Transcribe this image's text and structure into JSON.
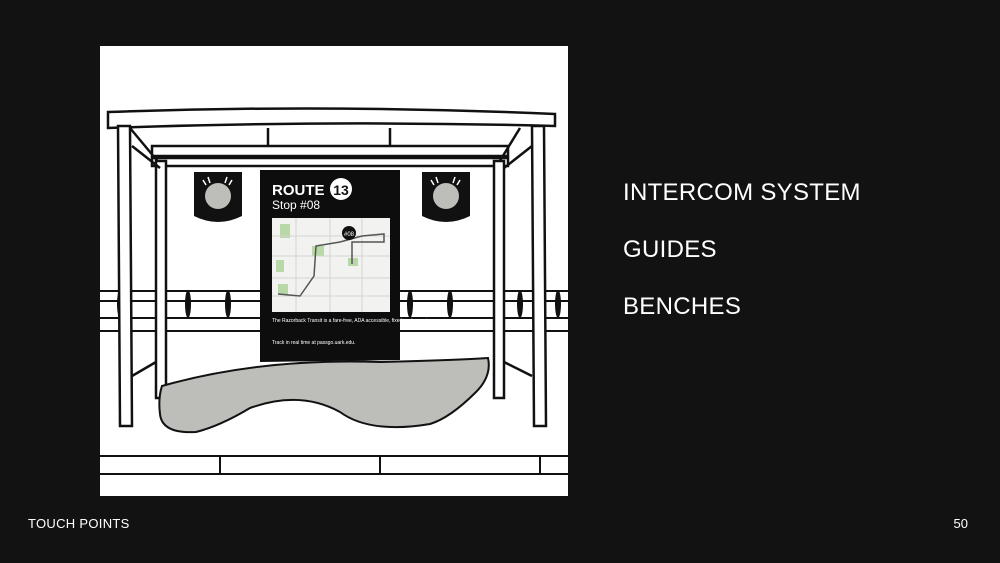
{
  "slide": {
    "section_label": "TOUCH POINTS",
    "page_number": "50"
  },
  "touch_points": [
    {
      "label": "INTERCOM SYSTEM"
    },
    {
      "label": "GUIDES"
    },
    {
      "label": "BENCHES"
    }
  ],
  "illustration": {
    "sign": {
      "route_label": "ROUTE",
      "route_number": "13",
      "stop_label": "Stop #08",
      "map_marker": "#08",
      "description": "The Razorback Transit is a fare-free, ADA accessible, fixed-route service.",
      "tracking": "Track in real time at passgo.uark.edu."
    }
  },
  "colors": {
    "background": "#121212",
    "text": "#ffffff",
    "bench": "#bdbdb9",
    "sign": "#0d0d0d"
  }
}
